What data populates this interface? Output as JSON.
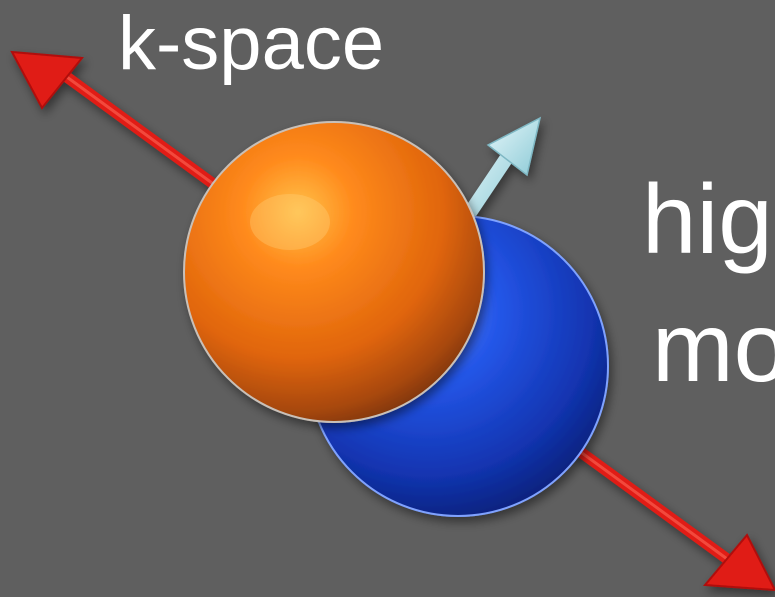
{
  "labels": {
    "kspace": "k-space",
    "line1": "hig",
    "line2": "mo"
  },
  "colors": {
    "background": "#5f5f5f",
    "axis_arrow": "#e01b12",
    "momentum_arrow": "#b8e4ec",
    "sphere_front": "#f07010",
    "sphere_back": "#1a44d6",
    "text": "#ffffff"
  },
  "icons": {
    "front_particle": "orange-sphere",
    "back_particle": "blue-sphere",
    "axis": "double-headed-arrow",
    "momentum": "arrow-up-right"
  }
}
